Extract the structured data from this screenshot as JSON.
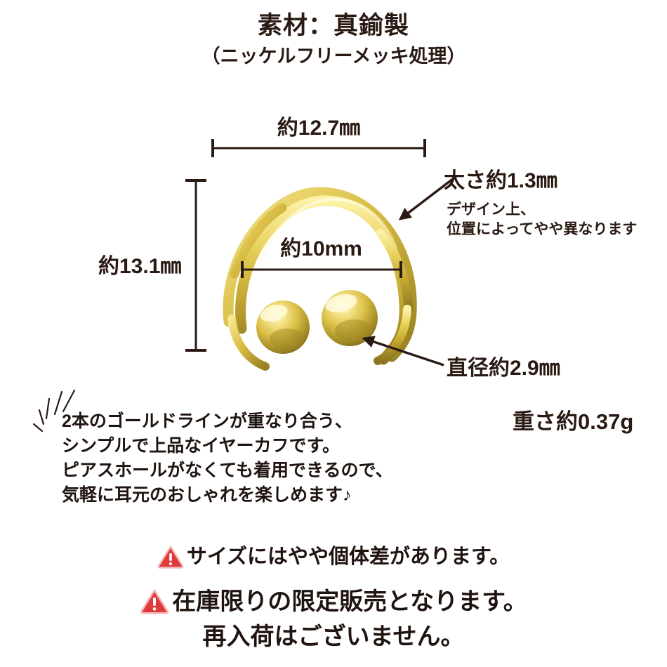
{
  "header": {
    "title": "素材：真鍮製",
    "subtitle": "（ニッケルフリーメッキ処理）"
  },
  "dimensions": {
    "outer_width": "約12.7㎜",
    "outer_height": "約13.1㎜",
    "inner_width": "約10mm"
  },
  "callouts": {
    "thickness_title": "太さ約1.3㎜",
    "thickness_note_line1": "デザイン上、",
    "thickness_note_line2": "位置によってやや異なります",
    "ball_diameter": "直径約2.9㎜",
    "weight": "重さ約0.37g"
  },
  "description": {
    "line1": "2本のゴールドラインが重なり合う、",
    "line2": "シンプルで上品なイヤーカフです。",
    "line3": "ピアスホールがなくても着用できるので、",
    "line4": "気軽に耳元のおしゃれを楽しめます♪"
  },
  "warnings": [
    {
      "icon": "warning-triangle-icon",
      "text": "サイズにはやや個体差があります。"
    },
    {
      "icon": "warning-triangle-icon",
      "text": "在庫限りの限定販売となります。"
    },
    {
      "icon": "",
      "text": "再入荷はございません。"
    }
  ],
  "colors": {
    "text": "#2b1a14",
    "warning_red": "#e03b3b",
    "gold_light": "#f2e083",
    "gold_mid": "#d4b93f",
    "gold_dark": "#8a7520",
    "background": "#ffffff"
  },
  "product": {
    "name": "gold-ear-cuff",
    "shape": "open-c-ring-twisted-double-wire-with-ball-ends"
  }
}
